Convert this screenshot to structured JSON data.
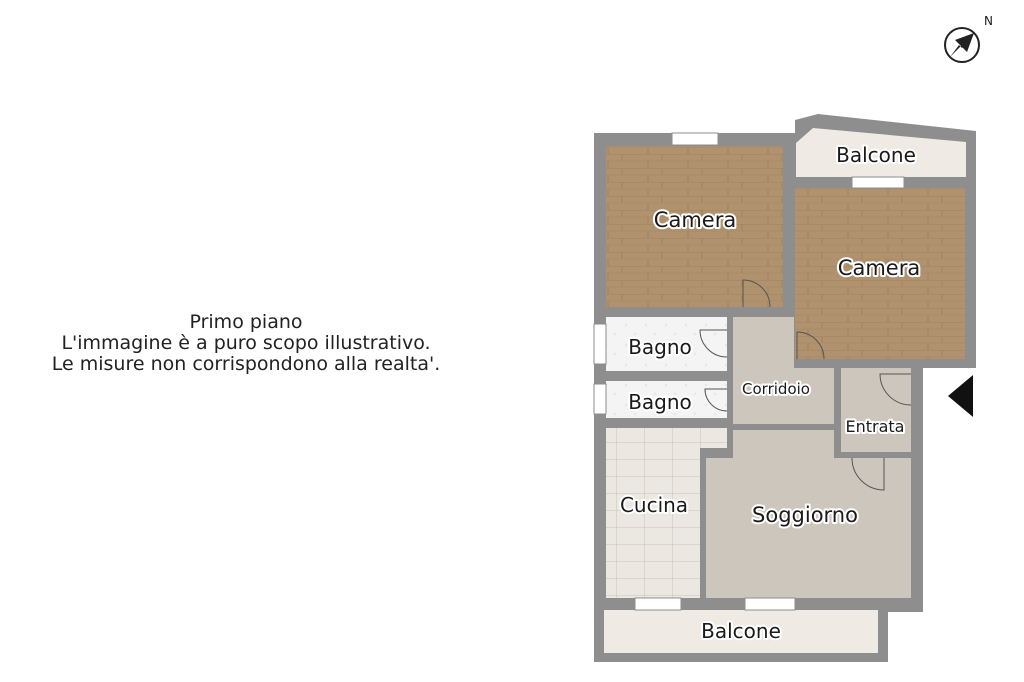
{
  "caption": {
    "line1": "Primo piano",
    "line2": "L'immagine è a puro scopo illustrativo.",
    "line3": "Le misure non corrispondono alla realta'."
  },
  "compass": {
    "label": "N"
  },
  "rooms": {
    "camera_left": "Camera",
    "camera_right": "Camera",
    "balcone_top": "Balcone",
    "bagno_1": "Bagno",
    "bagno_2": "Bagno",
    "corridoio": "Corridoio",
    "entrata": "Entrata",
    "cucina": "Cucina",
    "soggiorno": "Soggiorno",
    "balcone_bottom": "Balcone"
  },
  "colors": {
    "wall": "#8e8e8e",
    "wood": "#b0926e",
    "floor": "#cdc6bd",
    "tile": "#ebe7e1",
    "balcony": "#efebe4",
    "bath": "#f3f3f3"
  }
}
